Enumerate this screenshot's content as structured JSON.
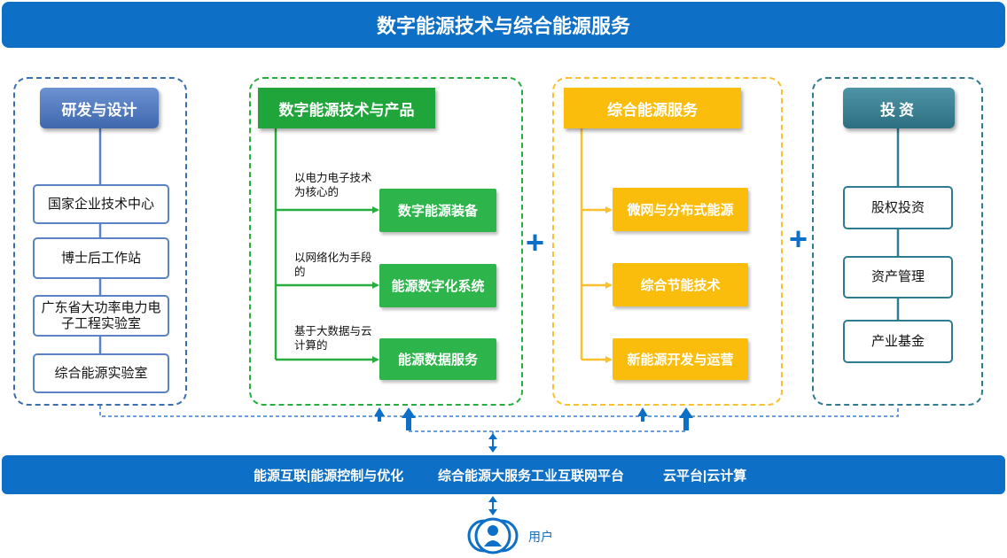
{
  "title": "数字能源技术与综合能源服务",
  "columns": {
    "rd": {
      "header": "研发与设计",
      "items": [
        "国家企业技术中心",
        "博士后工作站",
        "广东省大功率电力电子工程实验室",
        "综合能源实验室"
      ]
    },
    "digital": {
      "header": "数字能源技术与产品",
      "rows": [
        {
          "annotation": "以电力电子技术为核心的",
          "label": "数字能源装备"
        },
        {
          "annotation": "以网络化为手段的",
          "label": "能源数字化系统"
        },
        {
          "annotation": "基于大数据与云计算的",
          "label": "能源数据服务"
        }
      ]
    },
    "service": {
      "header": "综合能源服务",
      "items": [
        "微网与分布式能源",
        "综合节能技术",
        "新能源开发与运营"
      ]
    },
    "invest": {
      "header": "投资",
      "items": [
        "股权投资",
        "资产管理",
        "产业基金"
      ]
    }
  },
  "plus_symbol": "+",
  "platform": {
    "items": [
      "能源互联|能源控制与优化",
      "综合能源大服务工业互联网平台",
      "云平台|云计算"
    ]
  },
  "user": {
    "label": "用户",
    "icon": "users-icon"
  },
  "colors": {
    "blue": "#0d6fc5",
    "green": "#27ae3f",
    "yellow": "#fbc02d",
    "teal": "#2f7b8f"
  }
}
